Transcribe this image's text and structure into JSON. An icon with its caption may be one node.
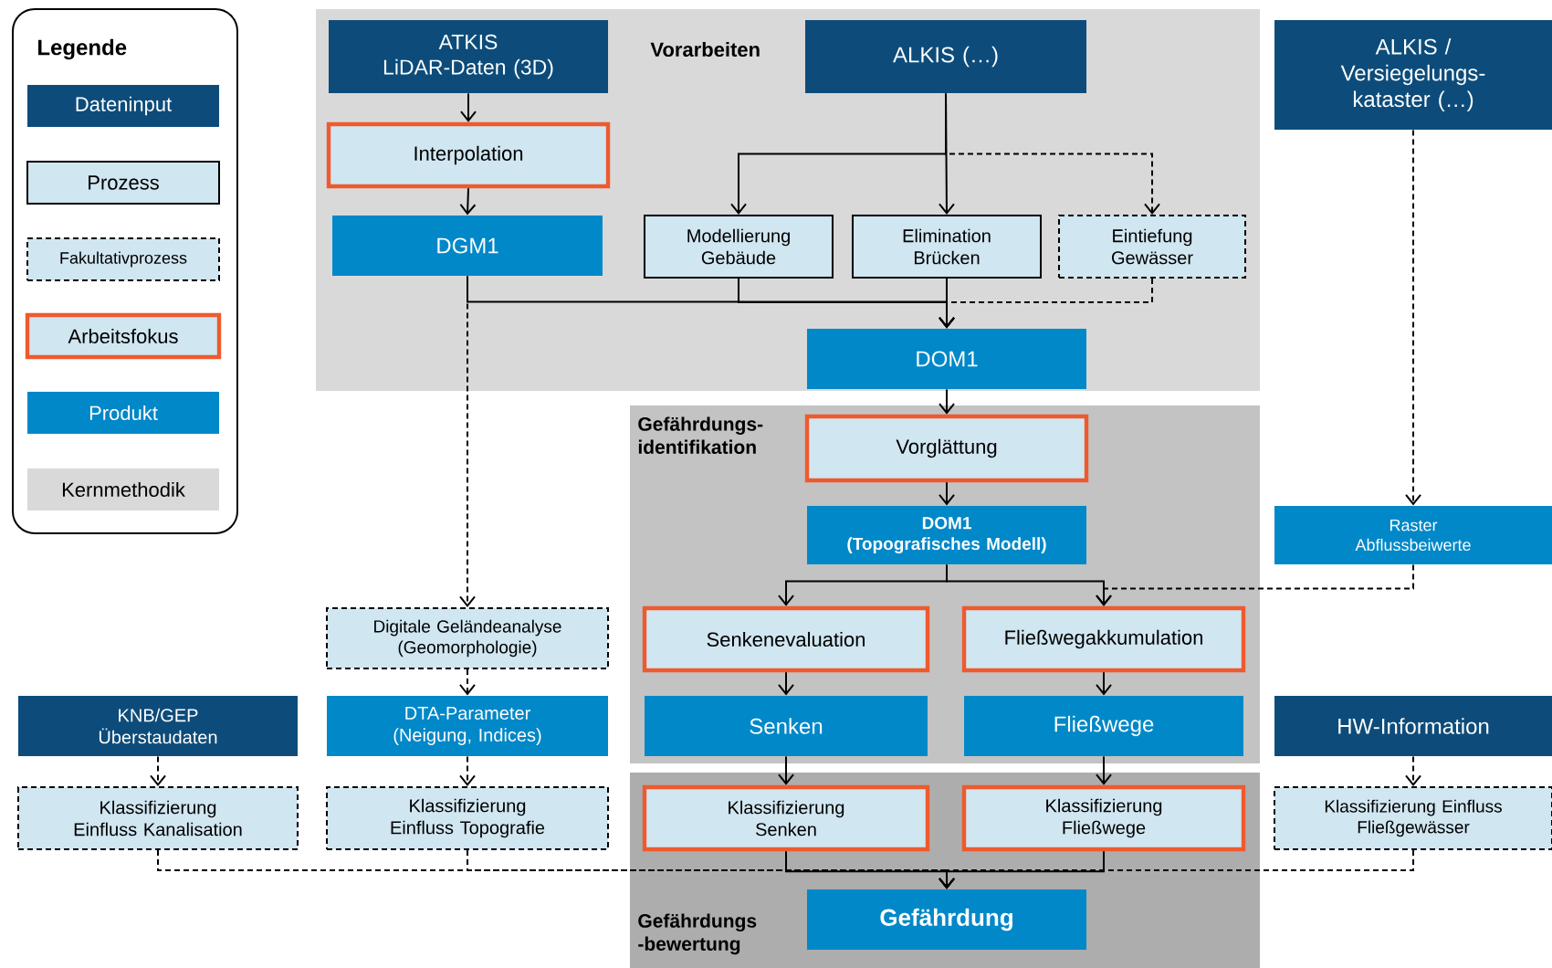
{
  "diagram": {
    "nodes": [
      {
        "text": [
          "Vorarbeiten"
        ]
      },
      {
        "text": [
          "ATKIS LiDAR-Daten (3D)"
        ],
        "in": 0
      },
      {
        "text": [
          "ALKIS (…)"
        ],
        "in": 0
      },
      {
        "text": [
          "Interpolation"
        ],
        "in": 0
      },
      {
        "text": [
          "DGM1"
        ],
        "in": 0
      },
      {
        "text": [
          "Modellierung Gebäude"
        ],
        "in": 0
      },
      {
        "text": [
          "Elimination Brücken"
        ],
        "in": 0
      },
      {
        "text": [
          "Eintiefung Gewässer"
        ],
        "in": 0
      },
      {
        "text": [
          "DOM1"
        ],
        "in": 0
      },
      {
        "text": [
          "ALKIS / Versiegelungs- kataster (…)"
        ]
      },
      {
        "text": [
          "Gefährdungs- identifikation"
        ]
      },
      {
        "text": [
          "Vorglättung"
        ],
        "in": 10
      },
      {
        "text": [
          "DOM1",
          "(Topografisches Modell)"
        ],
        "in": 10
      },
      {
        "text": [
          "Raster Abflussbeiwerte"
        ]
      },
      {
        "text": [
          "Digitale Geländeanalyse (Geomorphologie)"
        ]
      },
      {
        "text": [
          "Senkenevaluation"
        ],
        "in": 10
      },
      {
        "text": [
          "Fließwegakkumulation"
        ],
        "in": 10
      },
      {
        "text": [
          "KNB/GEP Überstaudaten"
        ]
      },
      {
        "text": [
          "DTA-Parameter (Neigung, Indices)"
        ]
      },
      {
        "text": [
          "Senken"
        ],
        "in": 10
      },
      {
        "text": [
          "Fließwege"
        ],
        "in": 10
      },
      {
        "text": [
          "HW-Information"
        ]
      },
      {
        "text": [
          "Gefährdungs -bewertung"
        ]
      },
      {
        "text": [
          "Klassifizierung Einfluss Kanalisation"
        ]
      },
      {
        "text": [
          "Klassifizierung Einfluss Topografie"
        ]
      },
      {
        "text": [
          "Klassifizierung Senken"
        ],
        "in": 22
      },
      {
        "text": [
          "Klassifizierung Fließwege"
        ],
        "in": 22
      },
      {
        "text": [
          "Klassifizierung Einfluss Fließgewässer"
        ]
      },
      {
        "text": [
          "Gefährdung"
        ],
        "in": 22
      }
    ],
    "edges": [
      {
        "from": 1,
        "to": 3,
        "arrow": "to"
      },
      {
        "from": 3,
        "to": 4,
        "arrow": "to"
      },
      {
        "from": 2,
        "to": 5,
        "arrow": "to"
      },
      {
        "from": 2,
        "to": 6,
        "arrow": "to"
      },
      {
        "from": 2,
        "to": 7,
        "arrow": "to",
        "style": "dashed"
      },
      {
        "from": 4,
        "to": 8,
        "arrow": "to"
      },
      {
        "from": 5,
        "to": 8,
        "arrow": "to"
      },
      {
        "from": 6,
        "to": 8,
        "arrow": "to"
      },
      {
        "from": 7,
        "to": 8,
        "arrow": "to",
        "style": "dashed"
      },
      {
        "from": 4,
        "to": 14,
        "arrow": "to",
        "style": "dashed"
      },
      {
        "from": 8,
        "to": 11,
        "arrow": "to"
      },
      {
        "from": 11,
        "to": 12,
        "arrow": "to"
      },
      {
        "from": 9,
        "to": 13,
        "arrow": "to",
        "style": "dashed"
      },
      {
        "from": 12,
        "to": 15,
        "arrow": "to"
      },
      {
        "from": 12,
        "to": 16,
        "arrow": "to"
      },
      {
        "from": 13,
        "to": 16,
        "arrow": "to",
        "style": "dashed"
      },
      {
        "from": 14,
        "to": 18,
        "arrow": "to",
        "style": "dashed"
      },
      {
        "from": 15,
        "to": 19,
        "arrow": "to"
      },
      {
        "from": 16,
        "to": 20,
        "arrow": "to"
      },
      {
        "from": 17,
        "to": 23,
        "arrow": "to",
        "style": "dashed"
      },
      {
        "from": 18,
        "to": 24,
        "arrow": "to",
        "style": "dashed"
      },
      {
        "from": 19,
        "to": 25,
        "arrow": "to"
      },
      {
        "from": 20,
        "to": 26,
        "arrow": "to"
      },
      {
        "from": 21,
        "to": 27,
        "arrow": "to",
        "style": "dashed"
      },
      {
        "from": 23,
        "to": 28,
        "arrow": "to",
        "style": "dashed"
      },
      {
        "from": 24,
        "to": 28,
        "arrow": "to",
        "style": "dashed"
      },
      {
        "from": 25,
        "to": 28,
        "arrow": "to"
      },
      {
        "from": 26,
        "to": 28,
        "arrow": "to"
      },
      {
        "from": 27,
        "to": 28,
        "arrow": "to",
        "style": "dashed"
      }
    ],
    "labels": [
      "Legende"
    ],
    "legend": [
      {
        "text": "Dateninput",
        "color": "#0d4c7a"
      },
      {
        "text": "Prozess",
        "color": "#d0e6f1"
      },
      {
        "text": "Fakultativprozess",
        "color": "#d0e6f1"
      },
      {
        "text": "Arbeitsfokus",
        "color": "#d0e6f1"
      },
      {
        "text": "Produkt",
        "color": "#0088c8"
      },
      {
        "text": "Kernmethodik",
        "color": "#d9d9d9"
      }
    ]
  }
}
